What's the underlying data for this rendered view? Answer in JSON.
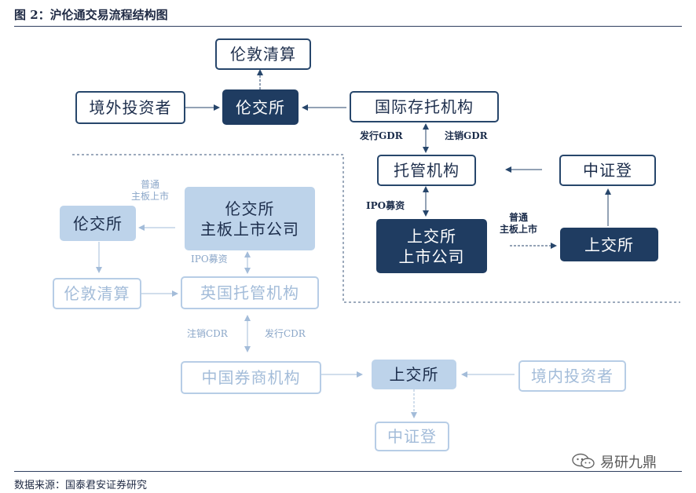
{
  "title": "图 2：沪伦通交易流程结构图",
  "source": "数据来源：国泰君安证券研究",
  "watermark": "易研九鼎",
  "nodes": {
    "lse_clearing_top": "伦敦清算",
    "overseas_investor": "境外投资者",
    "lse_center": "伦交所",
    "intl_depository": "国际存托机构",
    "custodian": "托管机构",
    "csdc_top": "中证登",
    "sse_listed_line1": "上交所",
    "sse_listed_line2": "上市公司",
    "sse_right": "上交所",
    "lse_main_line1": "伦交所",
    "lse_main_line2": "主板上市公司",
    "lse_left": "伦交所",
    "lse_clearing_left": "伦敦清算",
    "uk_custodian": "英国托管机构",
    "cn_broker": "中国券商机构",
    "sse_bottom": "上交所",
    "domestic_investor": "境内投资者",
    "csdc_bottom": "中证登"
  },
  "labels": {
    "issue_gdr": "发行GDR",
    "cancel_gdr": "注销GDR",
    "ipo_fund_right": "IPO募资",
    "ordinary_right_1": "普通",
    "ordinary_right_2": "主板上市",
    "ordinary_left_1": "普通",
    "ordinary_left_2": "主板上市",
    "ipo_fund_left": "IPO募资",
    "cancel_cdr": "注销CDR",
    "issue_cdr": "发行CDR"
  }
}
